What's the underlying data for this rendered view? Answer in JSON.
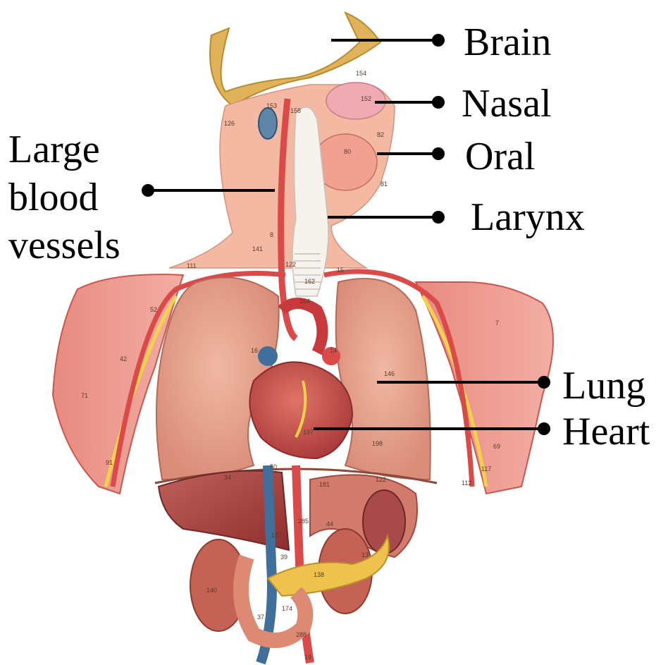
{
  "labels": {
    "brain": "Brain",
    "nasal": "Nasal",
    "oral": "Oral",
    "larynx": "Larynx",
    "large_blood_vessels_line1": "Large",
    "large_blood_vessels_line2": "blood",
    "large_blood_vessels_line3": "vessels",
    "lung": "Lung",
    "heart": "Heart"
  },
  "figure_numbers": [
    "154",
    "152",
    "153",
    "126",
    "158",
    "82",
    "80",
    "81",
    "141",
    "111",
    "8",
    "122",
    "162",
    "164",
    "15",
    "14",
    "16",
    "146",
    "197",
    "198",
    "34",
    "50",
    "181",
    "122",
    "52",
    "42",
    "71",
    "91",
    "7",
    "69",
    "117",
    "112",
    "285",
    "44",
    "187",
    "13",
    "39",
    "138",
    "140",
    "37",
    "174",
    "288",
    "19"
  ],
  "colors": {
    "muscle": "#e9877e",
    "muscle_dark": "#c9564f",
    "lung": "#eaa08c",
    "bone": "#e0b35a",
    "nerve": "#f2d24a",
    "vein": "#3f6f9a",
    "heart": "#c0484a",
    "liver": "#b4443f",
    "intestine": "#dd8a74",
    "pancreas": "#efc24e",
    "label": "#000000"
  }
}
